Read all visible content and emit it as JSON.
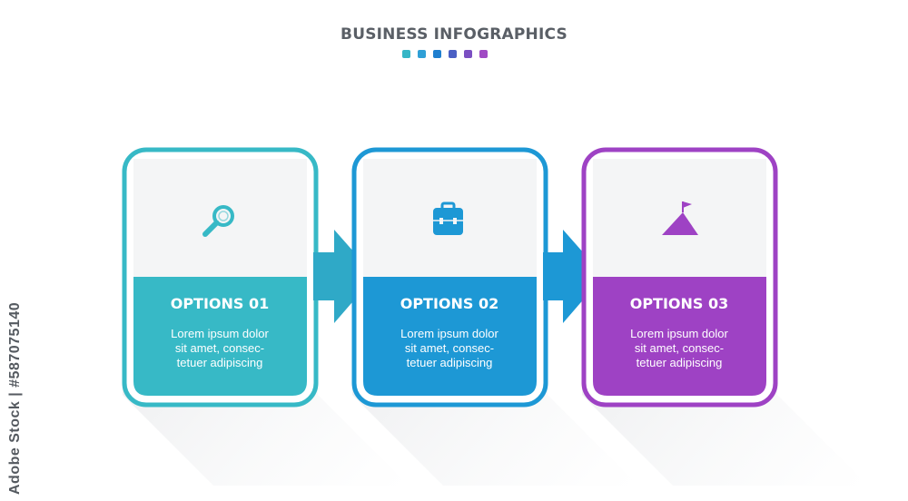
{
  "header": {
    "title": "BUSINESS INFOGRAPHICS",
    "dot_colors": [
      "#36b6c6",
      "#2f9fd6",
      "#1f7fcf",
      "#4a5fc4",
      "#7b4fc2",
      "#a04ac4"
    ]
  },
  "steps": [
    {
      "title": "OPTIONS 01",
      "text_lines": [
        "Lorem ipsum dolor",
        "sit amet, consec-",
        "tetuer adipiscing"
      ],
      "icon": "magnifier-icon",
      "color": "#37b9c6"
    },
    {
      "title": "OPTIONS 02",
      "text_lines": [
        "Lorem ipsum dolor",
        "sit amet, consec-",
        "tetuer adipiscing"
      ],
      "icon": "briefcase-icon",
      "color": "#1d98d5"
    },
    {
      "title": "OPTIONS 03",
      "text_lines": [
        "Lorem ipsum dolor",
        "sit amet, consec-",
        "tetuer adipiscing"
      ],
      "icon": "mountain-flag-icon",
      "color": "#9e42c4"
    }
  ],
  "watermark": "Adobe Stock | #587075140"
}
